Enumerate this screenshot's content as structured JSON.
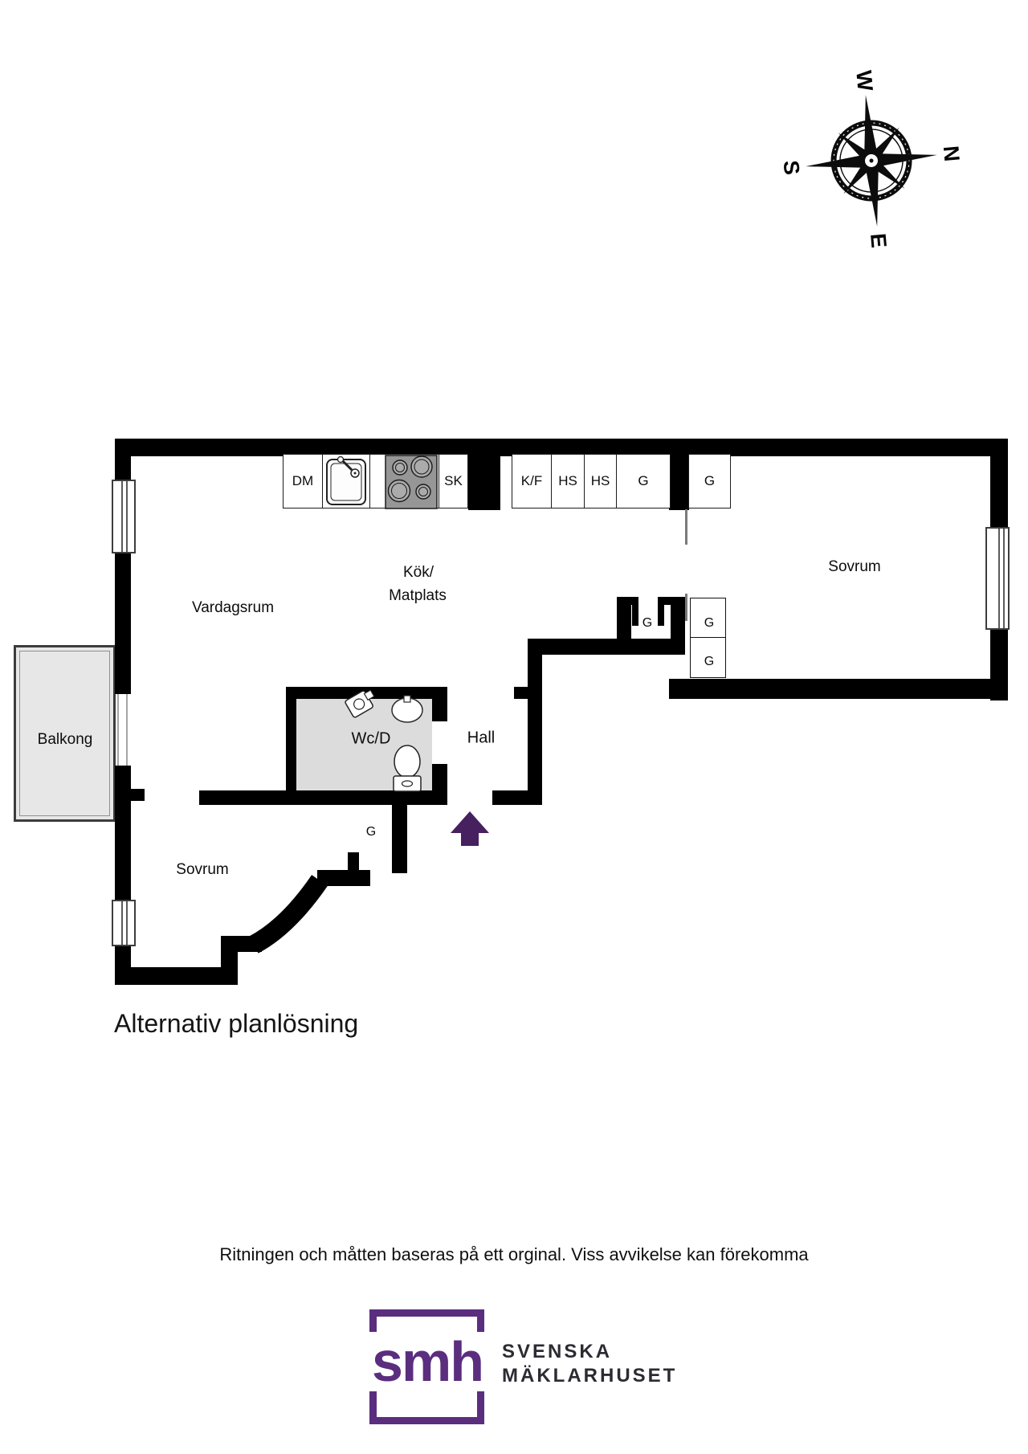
{
  "compass": {
    "north": "N",
    "south": "S",
    "east": "E",
    "west": "W"
  },
  "rooms": {
    "vardagsrum": "Vardagsrum",
    "kok_line1": "Kök/",
    "kok_line2": "Matplats",
    "sovrum_right": "Sovrum",
    "sovrum_left": "Sovrum",
    "balkong": "Balkong",
    "wcd": "Wc/D",
    "hall": "Hall"
  },
  "kitchen_units": {
    "dishwasher": "DM",
    "tall_cabinet": "SK",
    "fridge_freezer": "K/F",
    "hs_left": "HS",
    "hs_right": "HS",
    "cabinet_left": "G",
    "cabinet_bedroom": "G"
  },
  "wardrobes": {
    "hall_closet": "G",
    "bedroom_upper": "G",
    "bedroom_lower": "G",
    "small_bedroom_closet": "G"
  },
  "title": "Alternativ planlösning",
  "disclaimer": "Ritningen och måtten baseras på ett orginal. Viss avvikelse kan förekomma",
  "brand": {
    "monogram": "smh",
    "name_line1": "SVENSKA",
    "name_line2": "MÄKLARHUSET"
  },
  "colors": {
    "wall": "#000000",
    "brand_purple": "#5b2d7f",
    "entry_arrow_purple": "#46205f",
    "wet_room_floor": "#dcdcdc",
    "balcony_floor": "#e7e7e7",
    "stove_gray": "#969696"
  }
}
